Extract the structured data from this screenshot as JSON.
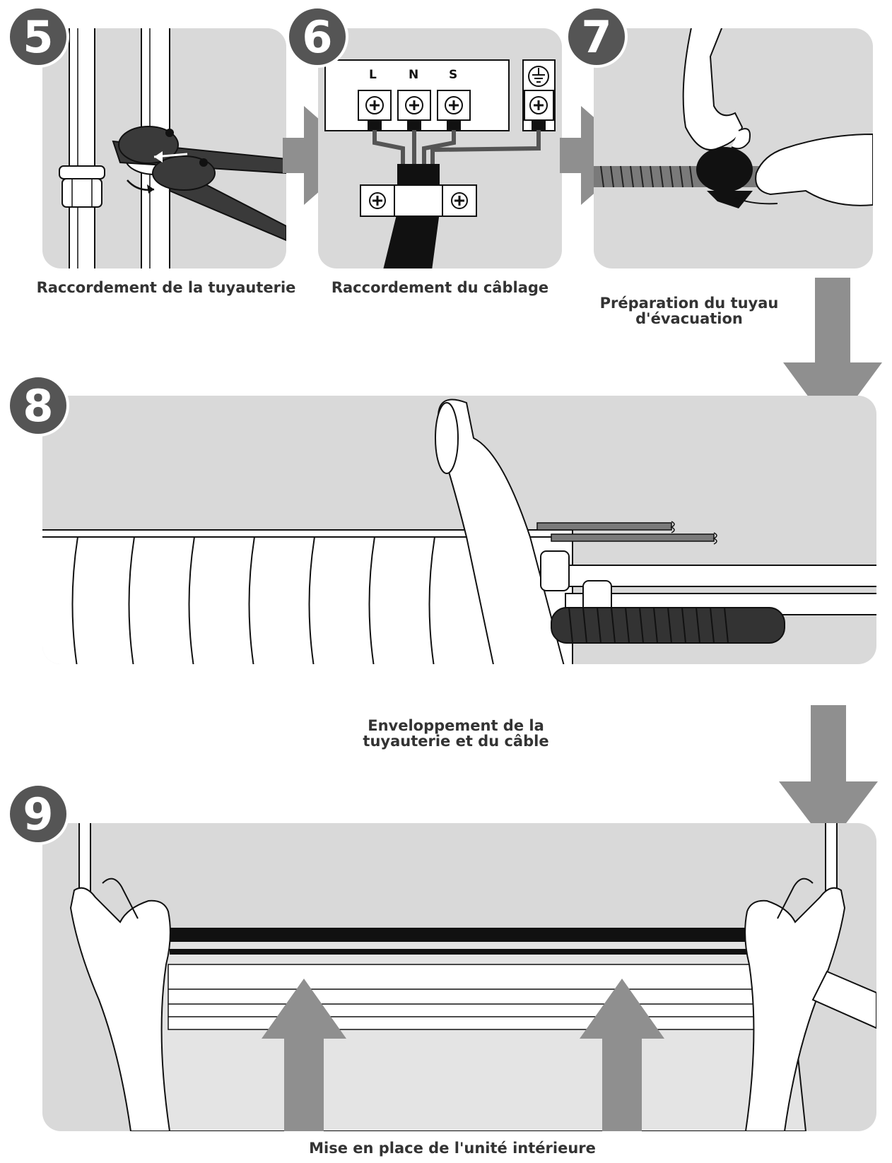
{
  "steps": [
    {
      "number": "5",
      "caption": "Raccordement de la tuyauterie"
    },
    {
      "number": "6",
      "caption": "Raccordement du câblage",
      "terminals": {
        "l": "L",
        "n": "N",
        "s": "S"
      }
    },
    {
      "number": "7",
      "caption": "Préparation du tuyau\nd'évacuation"
    },
    {
      "number": "8",
      "caption": "Enveloppement de la\ntuyauterie et du câble"
    },
    {
      "number": "9",
      "caption": "Mise en place de l'unité intérieure"
    }
  ],
  "icons": {
    "earth": "ground-symbol",
    "screw": "phillips-screw"
  },
  "colors": {
    "panel_bg": "#d9d9d9",
    "badge_bg": "#555555",
    "arrow": "#8f8f8f",
    "line": "#111111"
  }
}
